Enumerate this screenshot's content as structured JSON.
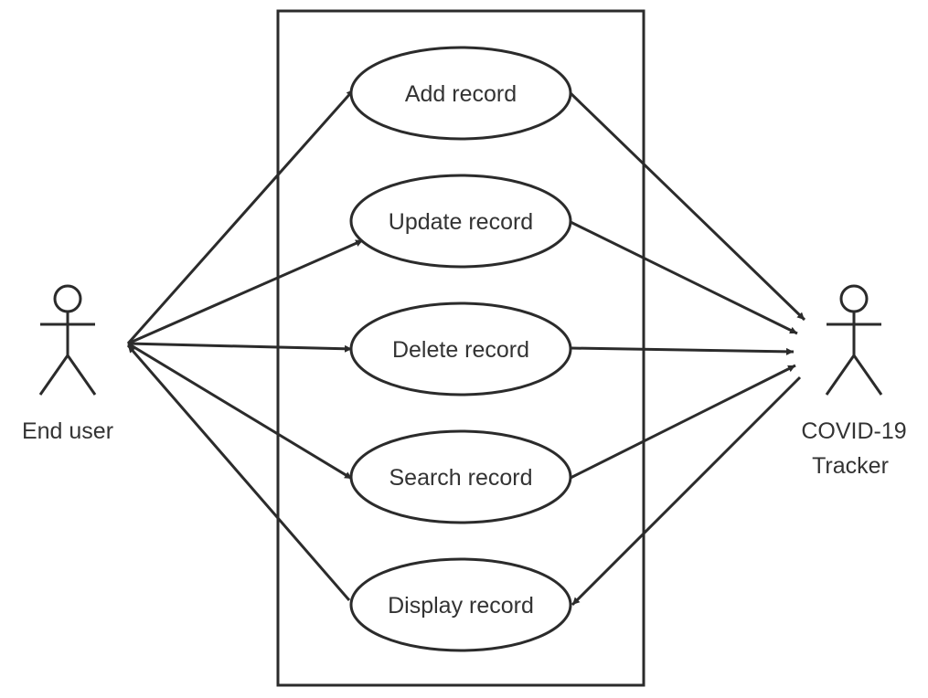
{
  "actors": {
    "end_user": {
      "label": "End user"
    },
    "tracker": {
      "label_line1": "COVID-19",
      "label_line2": "Tracker"
    }
  },
  "use_cases": {
    "add": "Add record",
    "update": "Update record",
    "delete": "Delete record",
    "search": "Search record",
    "display": "Display record"
  },
  "colors": {
    "stroke": "#2b2b2b",
    "text": "#333333",
    "background": "#ffffff"
  }
}
